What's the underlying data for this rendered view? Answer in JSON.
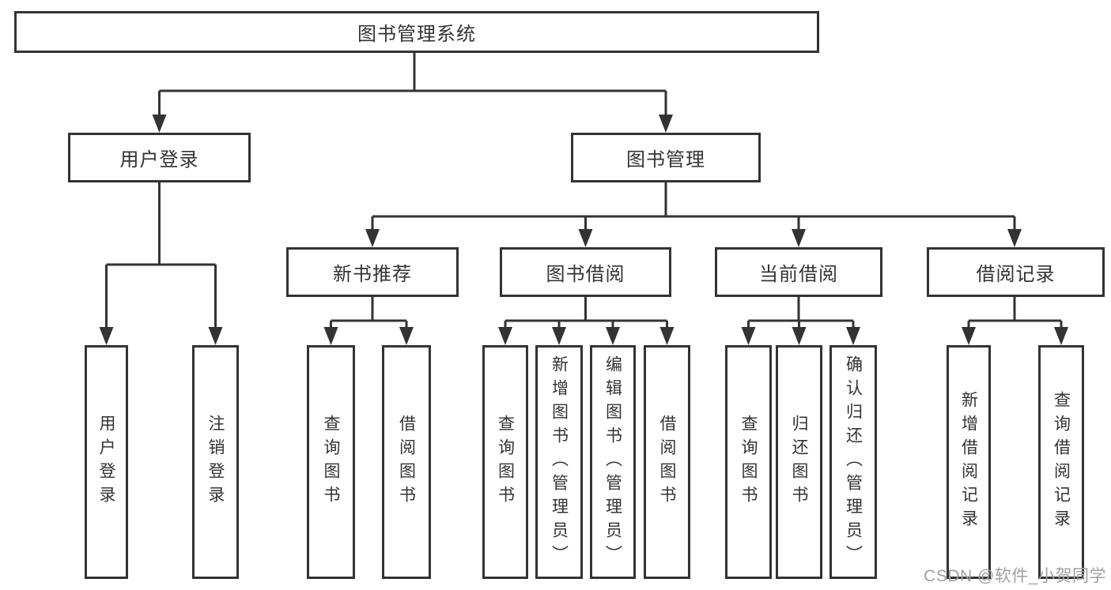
{
  "diagram": {
    "root": {
      "label": "图书管理系统"
    },
    "branches": [
      {
        "label": "用户登录",
        "children": [
          {
            "label": "用户登录"
          },
          {
            "label": "注销登录"
          }
        ]
      },
      {
        "label": "图书管理",
        "groups": [
          {
            "label": "新书推荐",
            "children": [
              {
                "label": "查询图书"
              },
              {
                "label": "借阅图书"
              }
            ]
          },
          {
            "label": "图书借阅",
            "children": [
              {
                "label": "查询图书"
              },
              {
                "label": "新增图书（管理员）"
              },
              {
                "label": "编辑图书（管理员）"
              },
              {
                "label": "借阅图书"
              }
            ]
          },
          {
            "label": "当前借阅",
            "children": [
              {
                "label": "查询图书"
              },
              {
                "label": "归还图书"
              },
              {
                "label": "确认归还（管理员）"
              }
            ]
          },
          {
            "label": "借阅记录",
            "children": [
              {
                "label": "新增借阅记录"
              },
              {
                "label": "查询借阅记录"
              }
            ]
          }
        ]
      }
    ]
  },
  "watermark": "CSDN @软件_小贺同学",
  "colors": {
    "line": "#333333",
    "box_border": "#333333",
    "box_fill": "#ffffff",
    "text": "#333333",
    "background": "#ffffff",
    "watermark": "#a0a0a0"
  }
}
